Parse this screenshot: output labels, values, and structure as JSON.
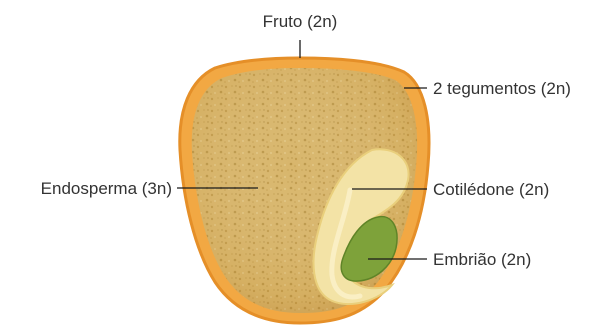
{
  "labels": {
    "fruit": "Fruto (2n)",
    "seed_coats": "2 tegumentos (2n)",
    "endosperm": "Endosperma (3n)",
    "cotyledon": "Cotilédone (2n)",
    "embryo": "Embrião (2n)"
  },
  "colors": {
    "fruit_wall": "#f0a53a",
    "fruit_rim": "#e7902a",
    "endosperm": "#d9b56a",
    "endosperm_speckle": "#b8913f",
    "cotyledon": "#f3e3a6",
    "cotyledon_edge": "#e9cf7c",
    "embryo": "#7ea23a",
    "embryo_edge": "#5f8428",
    "text": "#333333",
    "leader_line": "#1a1a1a"
  }
}
